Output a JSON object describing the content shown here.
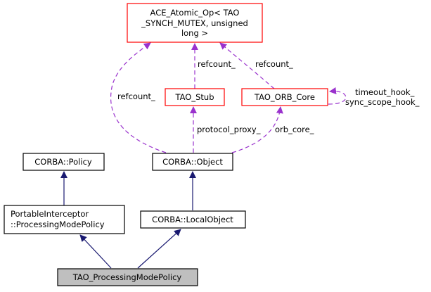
{
  "nodes": {
    "ace": {
      "lines": [
        "ACE_Atomic_Op< TAO",
        "_SYNCH_MUTEX, unsigned",
        "long >"
      ]
    },
    "stub": {
      "label": "TAO_Stub"
    },
    "orb_core": {
      "label": "TAO_ORB_Core"
    },
    "object": {
      "label": "CORBA::Object"
    },
    "policy": {
      "label": "CORBA::Policy"
    },
    "pmp": {
      "lines": [
        "PortableInterceptor",
        "::ProcessingModePolicy"
      ]
    },
    "local": {
      "label": "CORBA::LocalObject"
    },
    "main": {
      "label": "TAO_ProcessingModePolicy"
    }
  },
  "edges": {
    "refcount_obj": "refcount_",
    "refcount_stub": "refcount_",
    "refcount_orb": "refcount_",
    "self_hooks": [
      "timeout_hook_",
      "sync_scope_hook_"
    ],
    "protocol_proxy": "protocol_proxy_",
    "orb_core": "orb_core_"
  },
  "colors": {
    "usage_edge": "#9a32cd",
    "inherit_edge": "#191970",
    "external_border": "#ff0000",
    "main_fill": "#bfbfbf"
  }
}
